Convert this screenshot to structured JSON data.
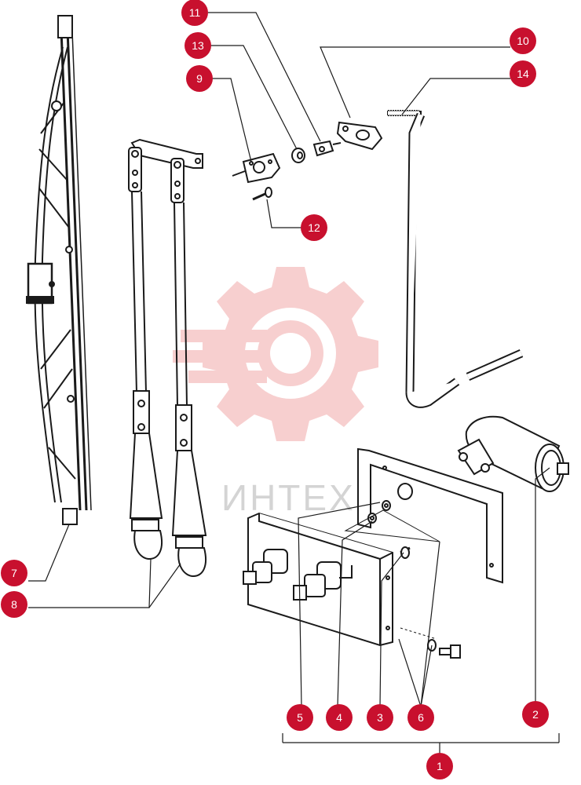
{
  "watermark": {
    "text": "ИНТЕХ",
    "color": "#f3b5b5"
  },
  "colors": {
    "callout": "#c8102e",
    "line": "#1a1a1a"
  },
  "callouts": [
    {
      "id": "c1",
      "label": "1"
    },
    {
      "id": "c2",
      "label": "2"
    },
    {
      "id": "c3",
      "label": "3"
    },
    {
      "id": "c4",
      "label": "4"
    },
    {
      "id": "c5",
      "label": "5"
    },
    {
      "id": "c6",
      "label": "6"
    },
    {
      "id": "c7",
      "label": "7"
    },
    {
      "id": "c8",
      "label": "8"
    },
    {
      "id": "c9",
      "label": "9"
    },
    {
      "id": "c10",
      "label": "10"
    },
    {
      "id": "c11",
      "label": "11"
    },
    {
      "id": "c12",
      "label": "12"
    },
    {
      "id": "c13",
      "label": "13"
    },
    {
      "id": "c14",
      "label": "14"
    }
  ]
}
